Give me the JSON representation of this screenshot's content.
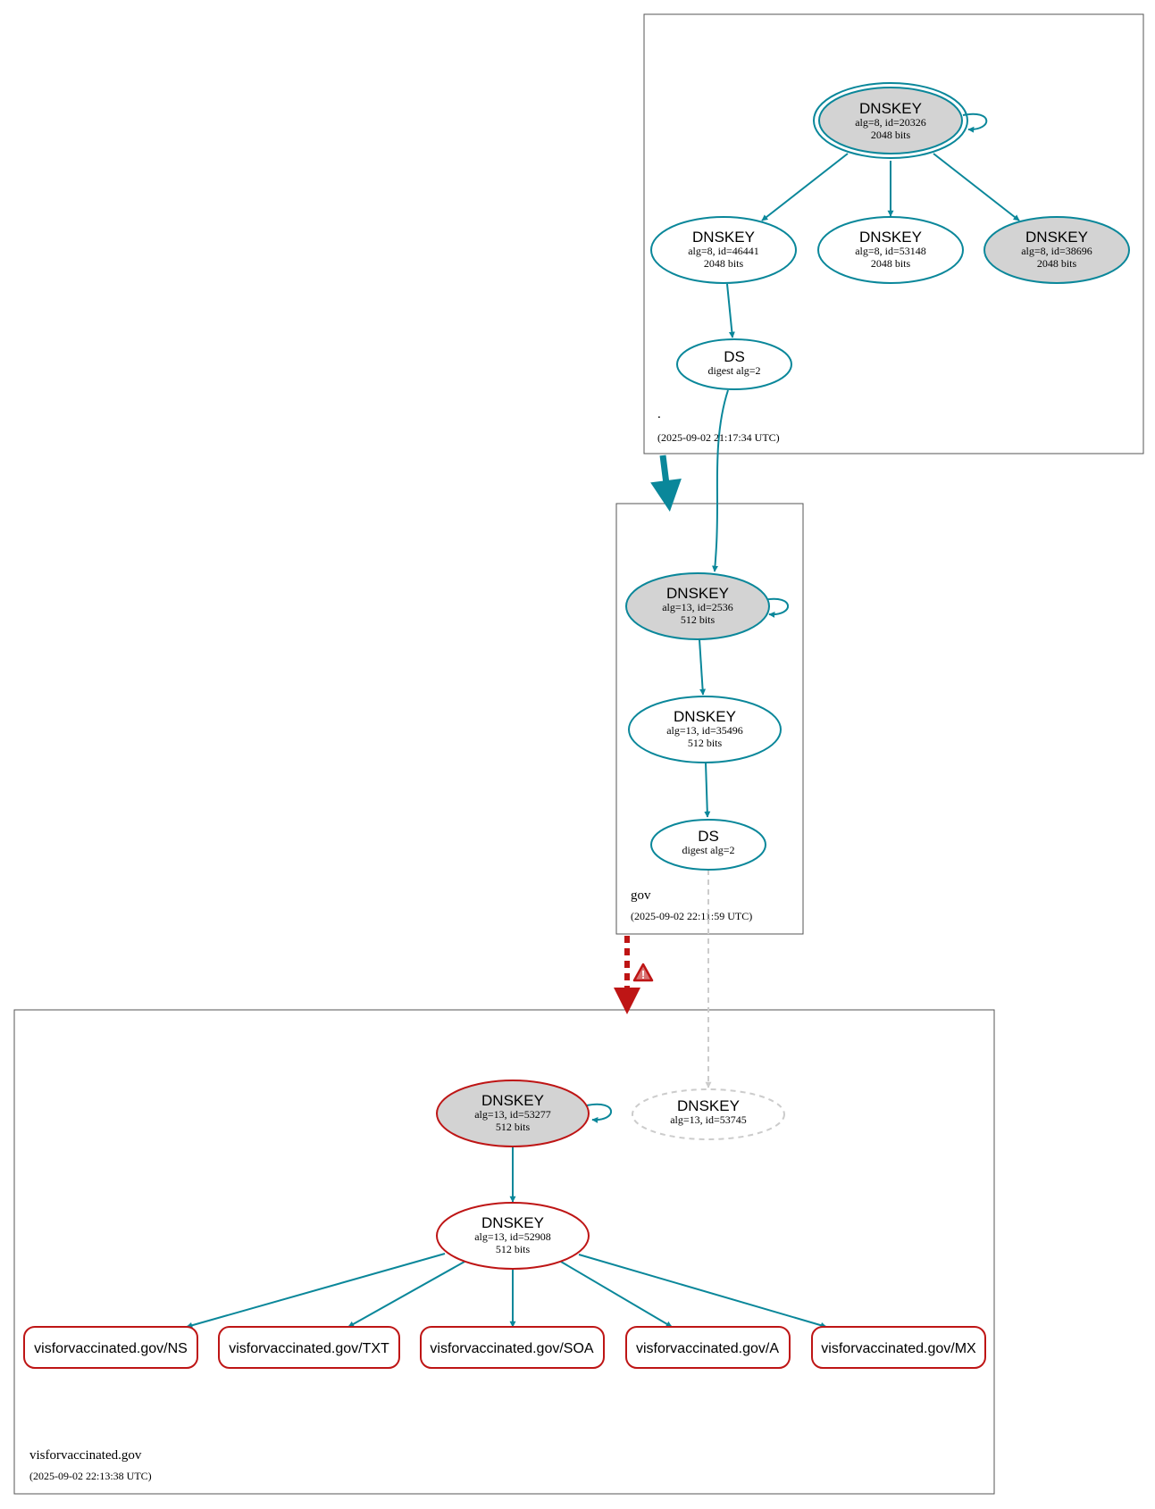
{
  "colors": {
    "secure": "#0a879a",
    "bogus": "#be1515",
    "insecure_dashed": "#cccccc",
    "ksk_fill": "#d3d3d3",
    "zone_border": "#555555"
  },
  "zones": {
    "root": {
      "name": ".",
      "timestamp": "(2025-09-02 21:17:34 UTC)"
    },
    "gov": {
      "name": "gov",
      "timestamp": "(2025-09-02 22:11:59 UTC)"
    },
    "leaf": {
      "name": "visforvaccinated.gov",
      "timestamp": "(2025-09-02 22:13:38 UTC)"
    }
  },
  "nodes": {
    "root_ksk": {
      "title": "DNSKEY",
      "line1": "alg=8, id=20326",
      "line2": "2048 bits"
    },
    "root_zsk1": {
      "title": "DNSKEY",
      "line1": "alg=8, id=46441",
      "line2": "2048 bits"
    },
    "root_zsk2": {
      "title": "DNSKEY",
      "line1": "alg=8, id=53148",
      "line2": "2048 bits"
    },
    "root_ksk2": {
      "title": "DNSKEY",
      "line1": "alg=8, id=38696",
      "line2": "2048 bits"
    },
    "root_ds": {
      "title": "DS",
      "line1": "digest alg=2"
    },
    "gov_ksk": {
      "title": "DNSKEY",
      "line1": "alg=13, id=2536",
      "line2": "512 bits"
    },
    "gov_zsk": {
      "title": "DNSKEY",
      "line1": "alg=13, id=35496",
      "line2": "512 bits"
    },
    "gov_ds": {
      "title": "DS",
      "line1": "digest alg=2"
    },
    "leaf_ksk": {
      "title": "DNSKEY",
      "line1": "alg=13, id=53277",
      "line2": "512 bits"
    },
    "leaf_missing": {
      "title": "DNSKEY",
      "line1": "alg=13, id=53745"
    },
    "leaf_zsk": {
      "title": "DNSKEY",
      "line1": "alg=13, id=52908",
      "line2": "512 bits"
    }
  },
  "rrsets": {
    "ns": "visforvaccinated.gov/NS",
    "txt": "visforvaccinated.gov/TXT",
    "soa": "visforvaccinated.gov/SOA",
    "a": "visforvaccinated.gov/A",
    "mx": "visforvaccinated.gov/MX"
  }
}
